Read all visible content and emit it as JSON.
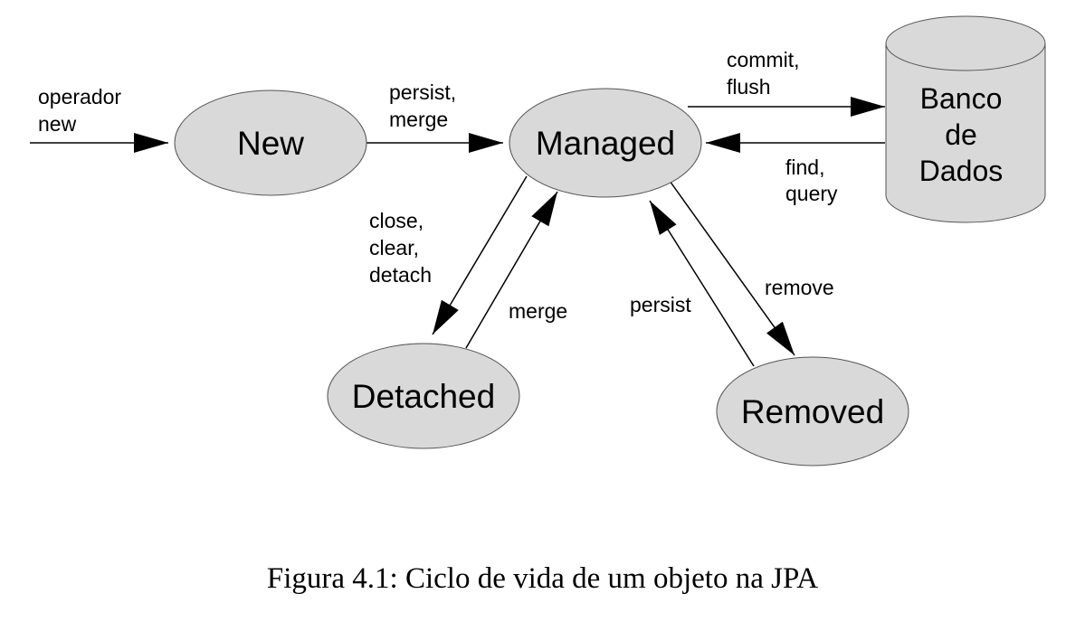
{
  "nodes": {
    "new": "New",
    "managed": "Managed",
    "detached": "Detached",
    "removed": "Removed",
    "database": [
      "Banco",
      "de",
      "Dados"
    ]
  },
  "edges": {
    "operador_new": [
      "operador",
      "new"
    ],
    "persist_merge": [
      "persist,",
      "merge"
    ],
    "commit_flush": [
      "commit,",
      "flush"
    ],
    "find_query": [
      "find,",
      "query"
    ],
    "close_clear_detach": [
      "close,",
      "clear,",
      "detach"
    ],
    "merge": "merge",
    "persist": "persist",
    "remove": "remove"
  },
  "caption": "Figura 4.1: Ciclo de vida de um objeto na JPA",
  "colors": {
    "node_fill": "#d9d9d9",
    "stroke": "#555555",
    "arrow": "#000000"
  }
}
